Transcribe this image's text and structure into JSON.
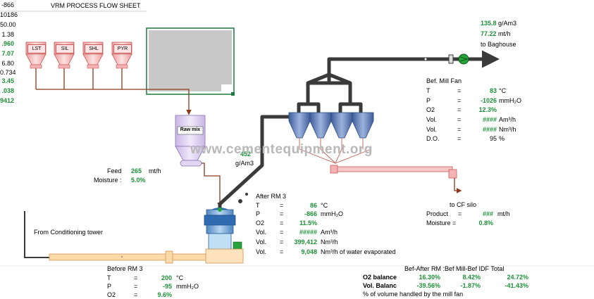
{
  "title": "VRM PROCESS FLOW SHEET",
  "left_column": [
    {
      "text": "-866",
      "bold": false
    },
    {
      "text": "10186",
      "bold": false
    },
    {
      "text": "50.00",
      "bold": false
    },
    {
      "text": "1.38",
      "bold": false
    },
    {
      "text": ".960",
      "bold": true
    },
    {
      "text": "7.07",
      "bold": true
    },
    {
      "text": "6.80",
      "bold": false
    },
    {
      "text": "0.734",
      "bold": false
    },
    {
      "text": "3.45",
      "bold": true
    },
    {
      "text": ".038",
      "bold": true
    },
    {
      "text": "9412",
      "bold": true
    }
  ],
  "hoppers": [
    "LST",
    "SIL",
    "SHL",
    "PYR"
  ],
  "raw_mix_label": "Raw mix",
  "feed": {
    "label": "Feed",
    "value": "265",
    "unit": "mt/h"
  },
  "moisture_feed": {
    "label": "Moisture :",
    "value": "5.0%"
  },
  "duct_dust": {
    "value": "452",
    "unit": "g/Am3"
  },
  "baghouse": {
    "dust_value": "135.8",
    "dust_unit": "g/Am3",
    "flow_value": "77.22",
    "flow_unit": "mt/h",
    "label": "to Baghouse"
  },
  "mill_fan": {
    "title": "Bef. Mill Fan",
    "rows": [
      {
        "label": "T",
        "eq": "=",
        "value": "83",
        "unit": "°C"
      },
      {
        "label": "P",
        "eq": "=",
        "value": "-1026",
        "unit": "mmH₂O"
      },
      {
        "label": "O2",
        "eq": "=",
        "value": "12.3%",
        "unit": ""
      },
      {
        "label": "Vol.",
        "eq": "=",
        "value": "####",
        "unit": "Am³/h"
      },
      {
        "label": "Vol.",
        "eq": "=",
        "value": "####",
        "unit": "Nm³/h"
      },
      {
        "label": "D.O.",
        "eq": "=",
        "value": "95",
        "unit": "%"
      }
    ]
  },
  "after_rm": {
    "title": "After  RM 3",
    "rows": [
      {
        "label": "T",
        "eq": "=",
        "value": "86",
        "unit": "°C"
      },
      {
        "label": "P",
        "eq": "=",
        "value": "-866",
        "unit": "mmH₂O"
      },
      {
        "label": "O2",
        "eq": "=",
        "value": "11.5%",
        "unit": ""
      },
      {
        "label": "Vol.",
        "eq": "=",
        "value": "#####",
        "unit": "Am³/h"
      },
      {
        "label": "Vol.",
        "eq": "=",
        "value": "399,412",
        "unit": "Nm³/h"
      },
      {
        "label": "Vol.",
        "eq": "=",
        "value": "9,048",
        "unit": "Nm³/h  of water evaporated"
      }
    ]
  },
  "before_rm": {
    "title": "Before RM 3",
    "rows": [
      {
        "label": "T",
        "eq": "=",
        "value": "200",
        "unit": "°C"
      },
      {
        "label": "P",
        "eq": "=",
        "value": "-95",
        "unit": "mmH₂O"
      },
      {
        "label": "O2",
        "eq": "=",
        "value": "9.6%",
        "unit": ""
      }
    ]
  },
  "conditioning_label": "From Conditioning tower",
  "cf_silo": {
    "label": "to CF silo",
    "product_label": "Product",
    "product_value": "###",
    "product_unit": "mt/h",
    "moisture_label": "Moisture =",
    "moisture_value": "0.8%"
  },
  "balance": {
    "header": "Bef-After RM :Bef Mill-Bef IDF Total",
    "o2_label": "O2 balance",
    "o2_values": [
      "16.30%",
      "8.42%",
      "24.72%"
    ],
    "vol_label": "Vol. Balanc",
    "vol_values": [
      "-39.56%",
      "-1.87%",
      "-41.43%"
    ],
    "note": "% of volume handled by the mill fan"
  },
  "watermark": "www.cementequipment.org",
  "colors": {
    "value_green": "#1f8f3a",
    "duct": "#3a3a3a",
    "feed_line": "#8b3a1a",
    "cyclone_blue": "#5e79b4",
    "hopper_pink": "#f6b3b3",
    "conveyor_orange": "#fcd9a8"
  }
}
